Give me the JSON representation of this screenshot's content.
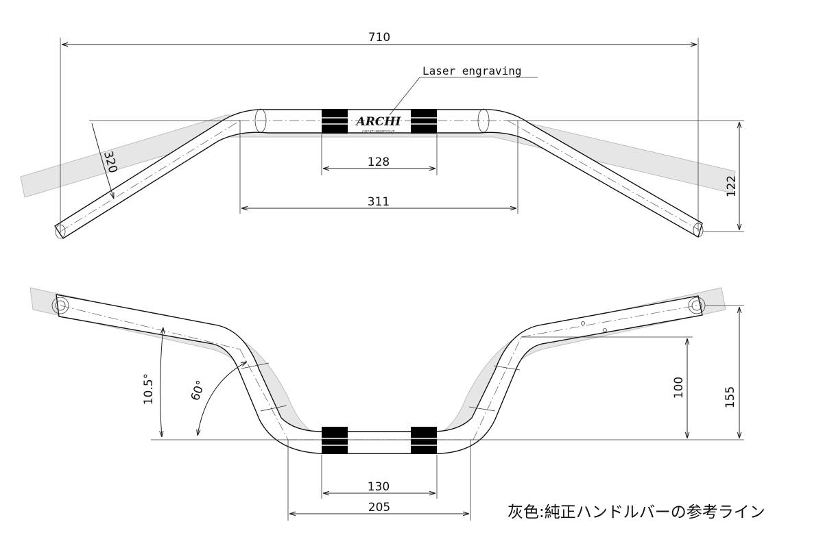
{
  "top_view": {
    "overall_width": "710",
    "clamp_width": "128",
    "mid_width": "311",
    "rise": "122",
    "bend_radius": "320",
    "laser_label": "Laser engraving",
    "brand": "ARCHI",
    "brand_tagline": "GREAT IMPRESSIVE"
  },
  "front_view": {
    "angle_small": "10.5°",
    "angle_large": "60°",
    "pullback": "100",
    "height": "155",
    "clamp_width": "130",
    "center_width": "205"
  },
  "caption": "灰色:純正ハンドルバーの参考ライン",
  "colors": {
    "ghost": "#e6e6e6",
    "line": "#111111",
    "band": "#000000"
  }
}
